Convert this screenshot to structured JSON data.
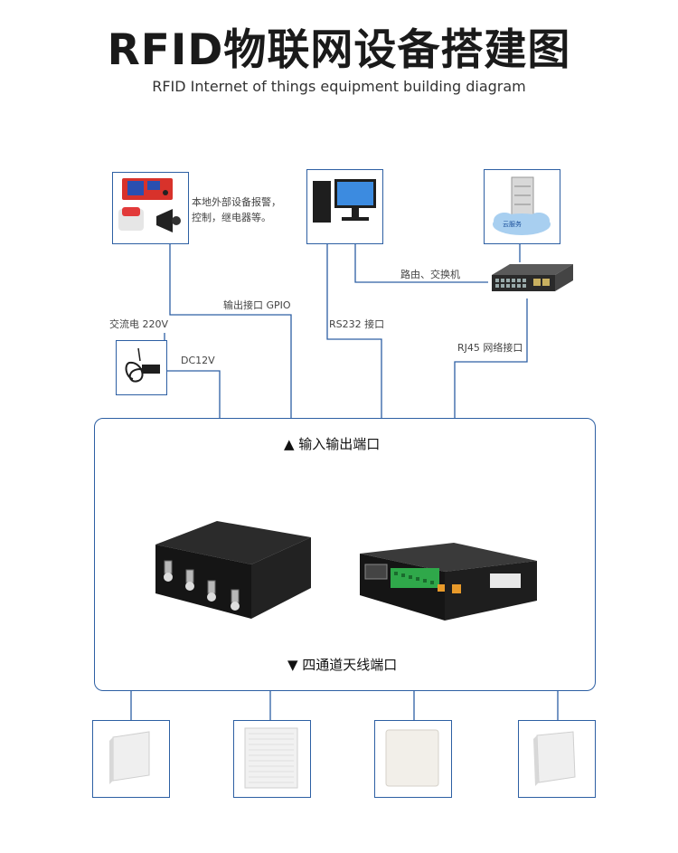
{
  "header": {
    "title": "RFID物联网设备搭建图",
    "subtitle": "RFID Internet of things equipment building diagram"
  },
  "devices": {
    "relay_note": "本地外部设备报警，\n控制，继电器等。",
    "switch_label": "路由、交换机",
    "server_label": "云服务"
  },
  "connections": {
    "gpio": "输出接口 GPIO",
    "rs232": "RS232 接口",
    "rj45": "RJ45 网络接口",
    "ac": "交流电 220V",
    "dc": "DC12V"
  },
  "main_unit": {
    "io_port_title": "▲ 输入输出端口",
    "antenna_port_title": "▼ 四通道天线端口"
  },
  "colors": {
    "frame": "#2d5fa3",
    "line": "#2d5fa3",
    "device_black": "#1c1c1c"
  }
}
